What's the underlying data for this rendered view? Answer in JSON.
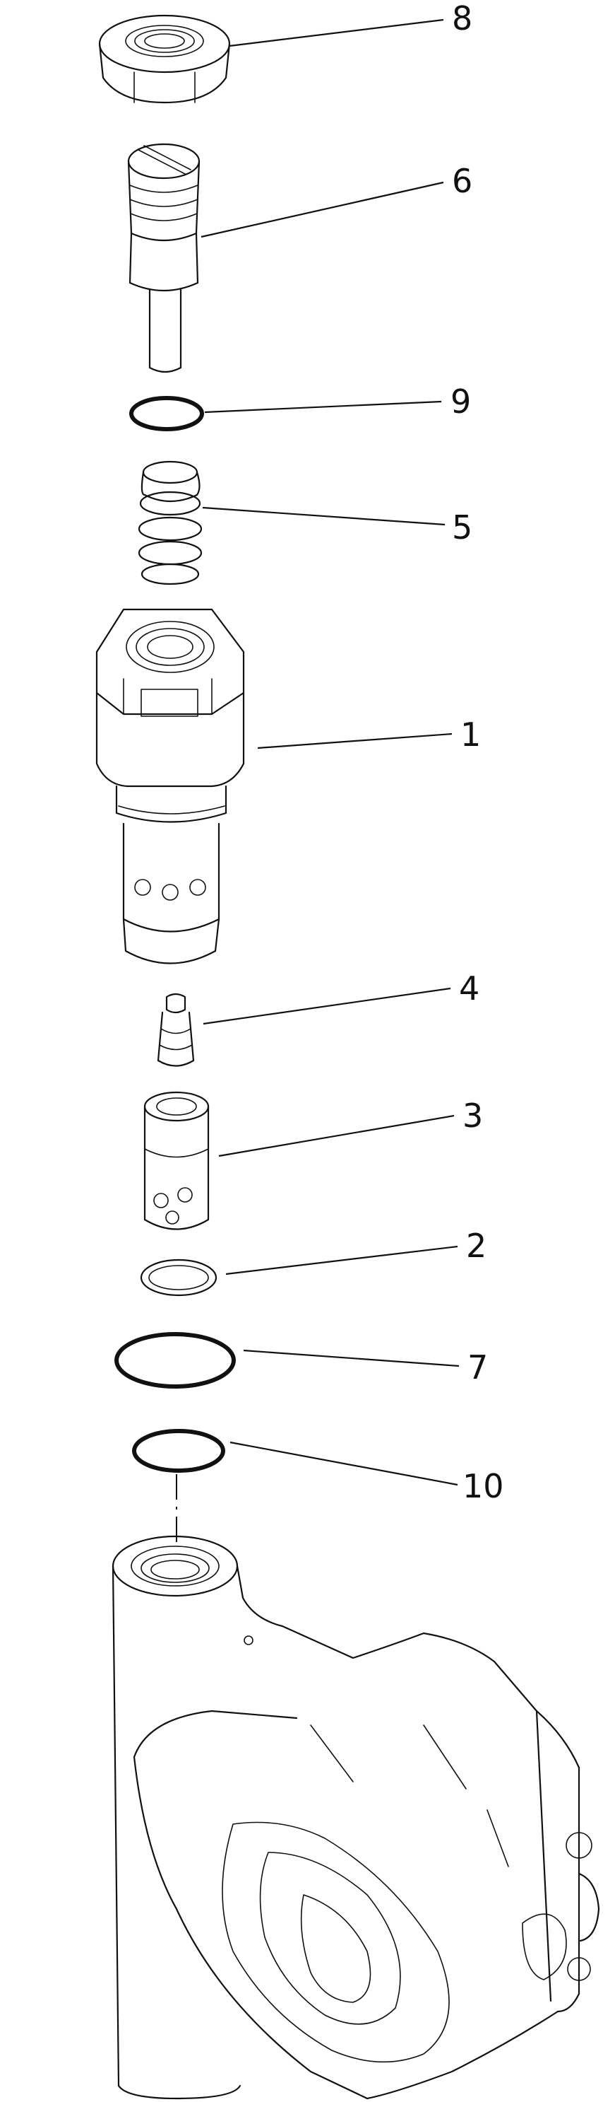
{
  "callouts": [
    {
      "id": "8",
      "text": "8"
    },
    {
      "id": "6",
      "text": "6"
    },
    {
      "id": "9",
      "text": "9"
    },
    {
      "id": "5",
      "text": "5"
    },
    {
      "id": "1",
      "text": "1"
    },
    {
      "id": "4",
      "text": "4"
    },
    {
      "id": "3",
      "text": "3"
    },
    {
      "id": "2",
      "text": "2"
    },
    {
      "id": "7",
      "text": "7"
    },
    {
      "id": "10",
      "text": "10"
    }
  ]
}
